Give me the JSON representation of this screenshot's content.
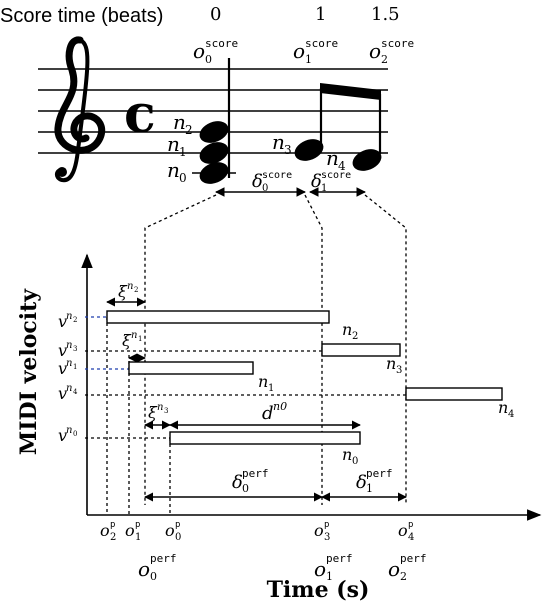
{
  "score_header": {
    "label": "Score time (beats)",
    "beat_0": "0",
    "beat_1": "1",
    "beat_1_5": "1.5"
  },
  "score_onsets": {
    "o": "o",
    "sup": "score",
    "sub_0": "0",
    "sub_1": "1",
    "sub_2": "2"
  },
  "note_labels": {
    "n": "n",
    "sub_0": "0",
    "sub_1": "1",
    "sub_2": "2",
    "sub_3": "3",
    "sub_4": "4"
  },
  "score_deltas": {
    "delta": "δ",
    "sup": "score",
    "sub_0": "0",
    "sub_1": "1"
  },
  "perf_axes": {
    "ylabel": "MIDI velocity",
    "xlabel": "Time (s)"
  },
  "velocity_labels": {
    "v": "v",
    "n": "n",
    "sub_2": "2",
    "sub_3": "3",
    "sub_1": "1",
    "sub_4": "4",
    "sub_0": "0"
  },
  "xi_labels": {
    "xi": "ξ",
    "n": "n",
    "sub_2": "2",
    "sub_1": "1",
    "sub_3": "3"
  },
  "duration_label": {
    "d": "d",
    "sup": "n0"
  },
  "perf_deltas": {
    "delta": "δ",
    "sup": "perf",
    "sub_0": "0",
    "sub_1": "1"
  },
  "perf_onsets_p": {
    "o": "o",
    "sup": "p",
    "sub_2": "2",
    "sub_1": "1",
    "sub_0": "0",
    "sub_3": "3",
    "sub_4": "4"
  },
  "perf_onsets": {
    "o": "o",
    "sup": "perf",
    "sub_0": "0",
    "sub_1": "1",
    "sub_2": "2"
  },
  "colors": {
    "ink": "#000000",
    "guide_blue": "#1f3fae"
  },
  "icons": {
    "clef": "treble-clef-icon",
    "time": "common-time-icon"
  }
}
